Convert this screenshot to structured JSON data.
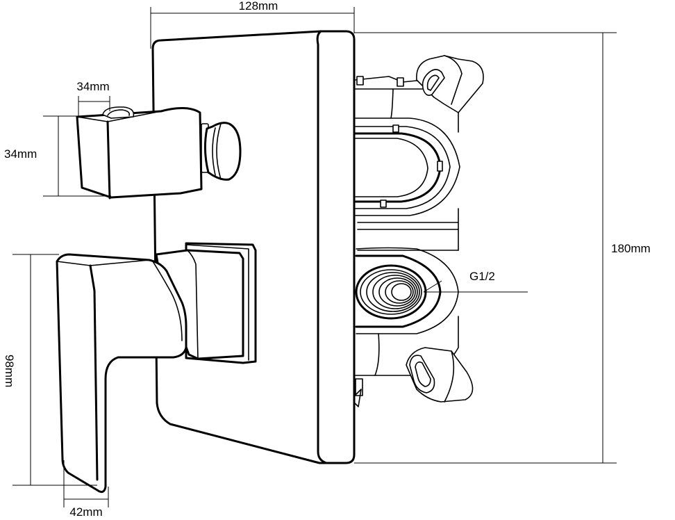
{
  "dimensions": {
    "top_width": "128mm",
    "diverter_width": "34mm",
    "diverter_height": "34mm",
    "total_height": "180mm",
    "handle_height": "98mm",
    "handle_width": "42mm"
  },
  "callouts": {
    "thread": "G1/2"
  }
}
